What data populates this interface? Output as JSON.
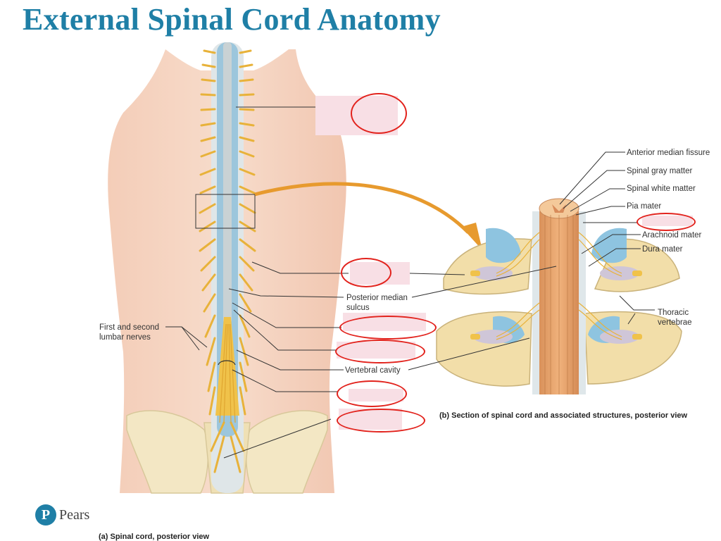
{
  "title": "External Spinal Cord Anatomy",
  "labels": {
    "anterior_median_fissure": "Anterior median fissure",
    "spinal_gray_matter": "Spinal gray matter",
    "spinal_white_matter": "Spinal white matter",
    "pia_mater": "Pia mater",
    "arachnoid_mater": "Arachnoid mater",
    "dura_mater": "Dura mater",
    "thoracic_vertebrae": "Thoracic\nvertebrae",
    "posterior_median_sulcus": "Posterior median\nsulcus",
    "vertebral_cavity": "Vertebral cavity",
    "first_second_lumbar": "First and second\nlumbar nerves"
  },
  "captions": {
    "panel_a": "(a) Spinal cord, posterior view",
    "panel_b": "(b) Section of spinal cord and associated structures, posterior view"
  },
  "logo": {
    "text": "Pears"
  },
  "colors": {
    "title": "#1f7fa6",
    "ring": "#e2221c",
    "mask": "#f8dfe5"
  }
}
